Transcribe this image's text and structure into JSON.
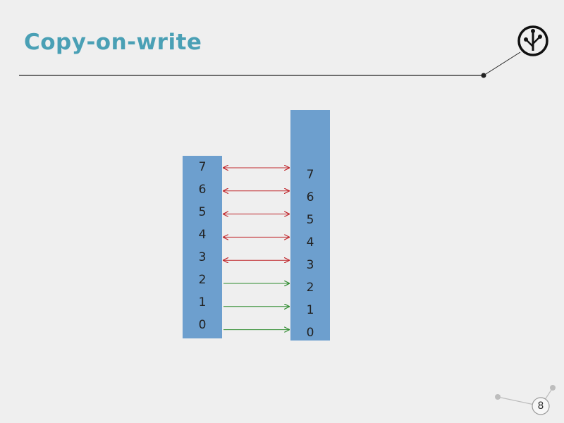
{
  "slide": {
    "title": "Copy-on-write",
    "page_number": "8"
  },
  "diagram": {
    "left_column": [
      "7",
      "6",
      "5",
      "4",
      "3",
      "2",
      "1",
      "0"
    ],
    "right_column": [
      "7",
      "6",
      "5",
      "4",
      "3",
      "2",
      "1",
      "0"
    ],
    "links": [
      {
        "from": "7",
        "to": "7",
        "kind": "bidirectional",
        "color": "#c0282d"
      },
      {
        "from": "6",
        "to": "6",
        "kind": "bidirectional",
        "color": "#c0282d"
      },
      {
        "from": "5",
        "to": "5",
        "kind": "bidirectional",
        "color": "#c0282d"
      },
      {
        "from": "4",
        "to": "4",
        "kind": "bidirectional",
        "color": "#c0282d"
      },
      {
        "from": "3",
        "to": "3",
        "kind": "bidirectional",
        "color": "#c0282d"
      },
      {
        "from": "2",
        "to": "2",
        "kind": "unidirectional",
        "color": "#2e8b2e"
      },
      {
        "from": "1",
        "to": "1",
        "kind": "unidirectional",
        "color": "#2e8b2e"
      },
      {
        "from": "0",
        "to": "0",
        "kind": "unidirectional",
        "color": "#2e8b2e"
      }
    ]
  },
  "colors": {
    "title": "#4aa0b5",
    "column_fill": "#6d9fce",
    "background": "#efefef"
  },
  "icons": {
    "logo": "tree-logo-icon"
  }
}
